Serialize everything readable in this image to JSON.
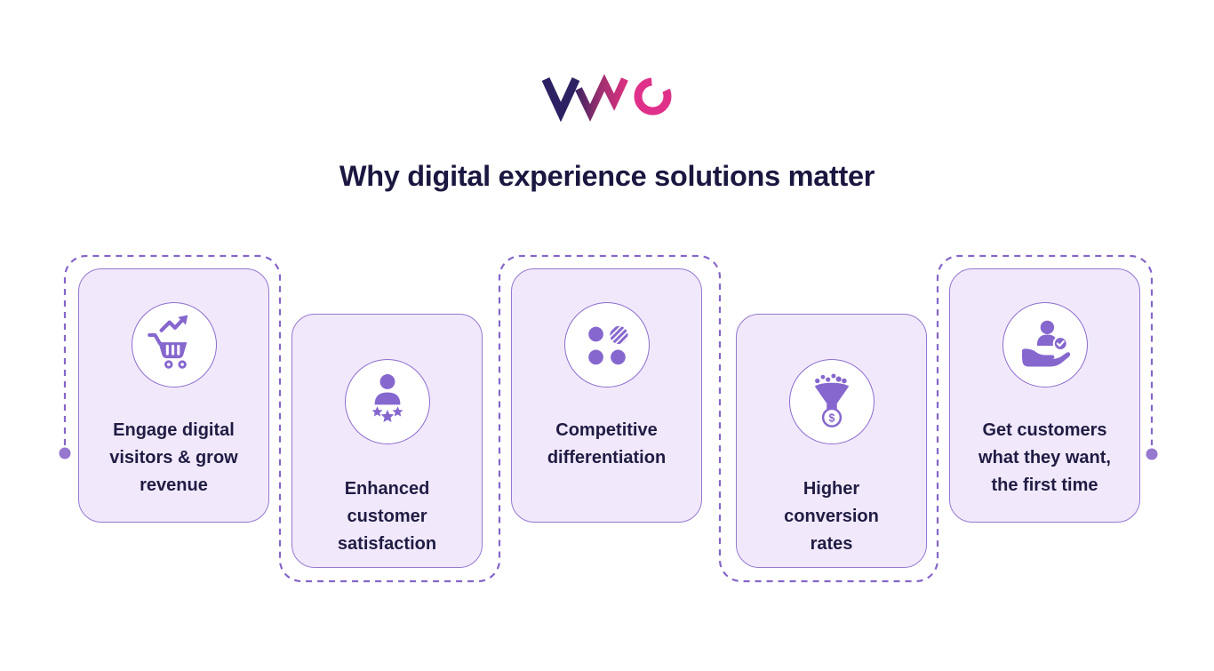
{
  "brand": {
    "logo_text": "VWO",
    "logo_colors": {
      "v": "#2E2163",
      "w_gradient": [
        "#472562",
        "#A13070",
        "#D83080"
      ],
      "o": "#E0318A"
    }
  },
  "title": {
    "text": "Why digital experience solutions matter",
    "color": "#1A1740"
  },
  "cards": [
    {
      "label": "Engage digital\nvisitors & grow\nrevenue",
      "icon": "cart-growth-icon",
      "position": "raised"
    },
    {
      "label": "Enhanced\ncustomer\nsatisfaction",
      "icon": "person-stars-icon",
      "position": "lowered"
    },
    {
      "label": "Competitive\ndifferentiation",
      "icon": "dots-grid-icon",
      "position": "raised"
    },
    {
      "label": "Higher\nconversion\nrates",
      "icon": "funnel-dollar-icon",
      "position": "lowered",
      "coin_symbol": "$"
    },
    {
      "label": "Get customers\nwhat they want,\nthe first time",
      "icon": "hand-person-check-icon",
      "position": "raised"
    }
  ],
  "style": {
    "background": "#FFFFFF",
    "card_fill": "#F1E9FB",
    "card_border": "#9678D0",
    "icon_circle_fill": "#FFFFFF",
    "icon_color": "#8667CE",
    "dash_color": "#8566C9",
    "endpoint_dot_color": "#9678CE",
    "card_text_color": "#201C44",
    "title_color": "#1A1740"
  }
}
